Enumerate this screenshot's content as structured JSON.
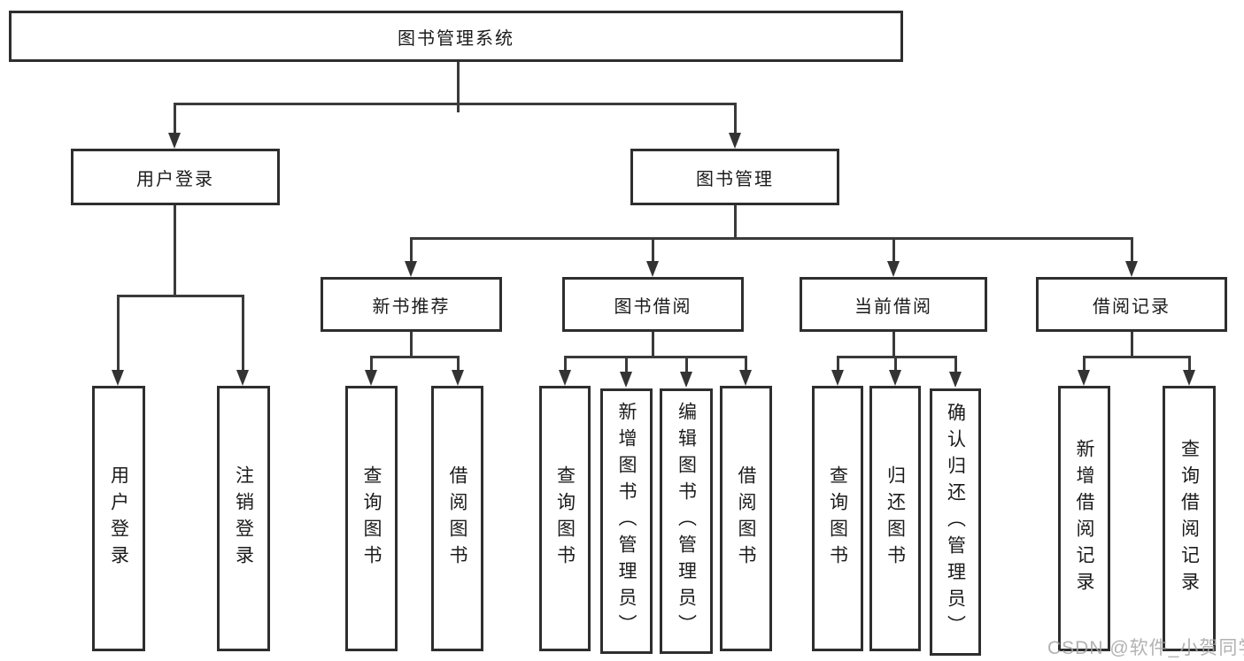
{
  "colors": {
    "background": "#ffffff",
    "box_border": "#2e2e2e",
    "line": "#3a3a3a",
    "text": "#1b1b1b",
    "watermark": "#a5a5a5"
  },
  "watermark": {
    "text": "CSDN @软件_小贺同学"
  },
  "tree": {
    "root": {
      "label": "图书管理系统"
    },
    "branches": [
      {
        "label": "用户登录",
        "children": [
          {
            "label": "用户登录"
          },
          {
            "label": "注销登录"
          }
        ]
      },
      {
        "label": "图书管理",
        "children": [
          {
            "label": "新书推荐",
            "children": [
              {
                "label": "查询图书"
              },
              {
                "label": "借阅图书"
              }
            ]
          },
          {
            "label": "图书借阅",
            "children": [
              {
                "label": "查询图书"
              },
              {
                "label": "新增图书（管理员）"
              },
              {
                "label": "编辑图书（管理员）"
              },
              {
                "label": "借阅图书"
              }
            ]
          },
          {
            "label": "当前借阅",
            "children": [
              {
                "label": "查询图书"
              },
              {
                "label": "归还图书"
              },
              {
                "label": "确认归还（管理员）"
              }
            ]
          },
          {
            "label": "借阅记录",
            "children": [
              {
                "label": "新增借阅记录"
              },
              {
                "label": "查询借阅记录"
              }
            ]
          }
        ]
      }
    ]
  }
}
